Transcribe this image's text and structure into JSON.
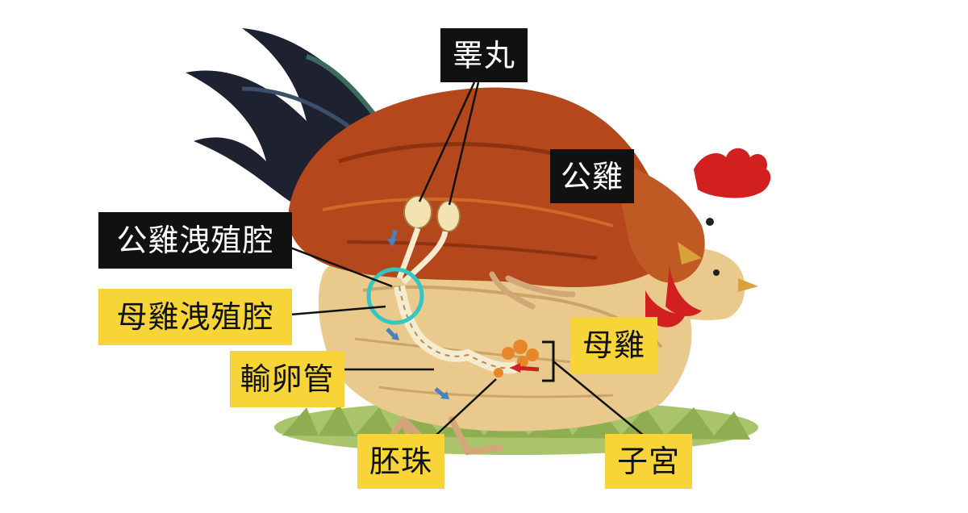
{
  "labels": {
    "testes": "睪丸",
    "rooster": "公雞",
    "rooster_cloaca": "公雞洩殖腔",
    "hen_cloaca": "母雞洩殖腔",
    "oviduct": "輸卵管",
    "hen": "母雞",
    "germinal_disc": "胚珠",
    "uterus": "子宮"
  },
  "colors": {
    "dark_label_bg": "#111111",
    "dark_label_text": "#ffffff",
    "yellow_label_bg": "#f7d539",
    "yellow_label_text": "#111111",
    "highlight_ring": "#34c6c0",
    "rooster_body": "#b4471b",
    "hen_body": "#e9c98c",
    "comb": "#d21f1f",
    "tail": "#1e2130",
    "grass": "#8fae52"
  }
}
